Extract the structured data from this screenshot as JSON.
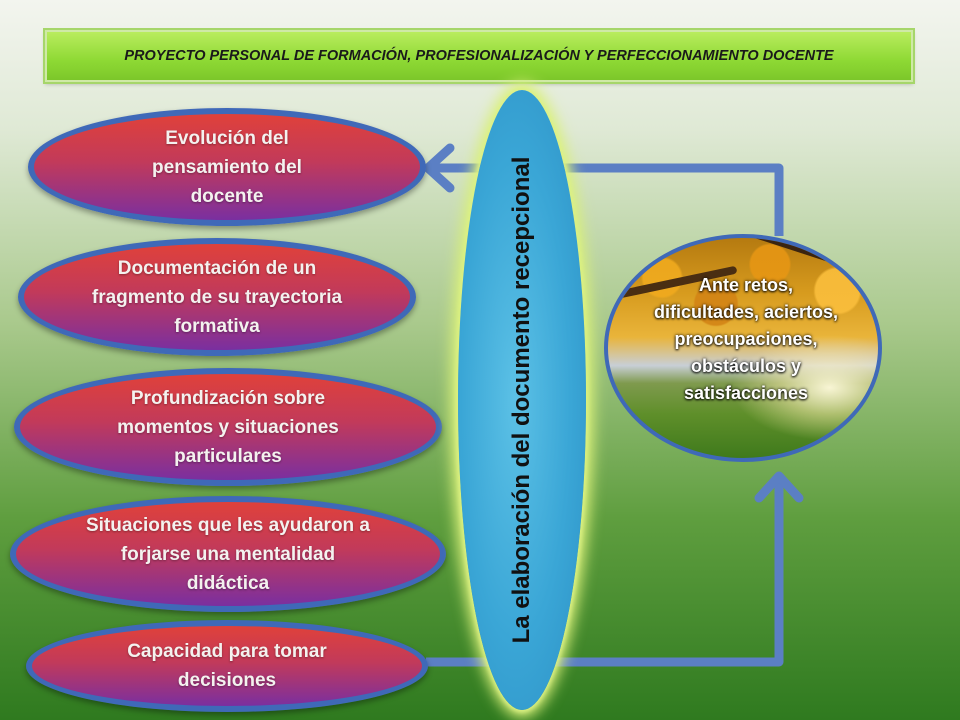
{
  "header": {
    "title": "PROYECTO PERSONAL DE FORMACIÓN, PROFESIONALIZACIÓN Y PERFECCIONAMIENTO DOCENTE"
  },
  "diagram": {
    "left_items": [
      "Evolución del pensamiento del docente",
      "Documentación de un fragmento de su trayectoria formativa",
      "Profundización sobre momentos y situaciones particulares",
      "Situaciones que les ayudaron a forjarse una mentalidad didáctica",
      "Capacidad para tomar decisiones"
    ],
    "center_label": "La elaboración del documento recepcional",
    "right_label": "Ante retos, dificultades, aciertos, preocupaciones, obstáculos y satisfacciones"
  },
  "colors": {
    "oval_border": "#3f69b8",
    "arrow": "#5b7fc4",
    "oval_top": "#e0413a",
    "oval_bottom": "#7a2fa0",
    "center_fill": "#3aa6d6",
    "title_bar": "#8ed934"
  }
}
